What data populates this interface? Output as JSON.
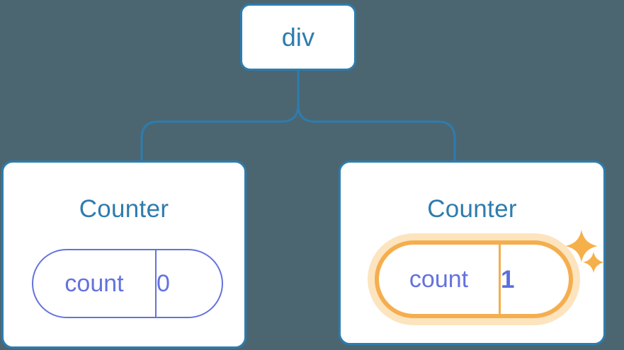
{
  "diagram": {
    "background_color": "#4b6670",
    "node_border_color": "#2d7cb0",
    "node_text_color": "#2e7cae",
    "state_color": "#6472dd",
    "highlight_color": "#f5ae4e",
    "highlight_glow_color": "#fcdfb4",
    "type": "component-tree"
  },
  "root": {
    "label": "div"
  },
  "children": [
    {
      "title": "Counter",
      "state": {
        "key": "count",
        "value": "0",
        "highlighted": false
      }
    },
    {
      "title": "Counter",
      "state": {
        "key": "count",
        "value": "1",
        "highlighted": true
      },
      "decorations": [
        "sparkle-large",
        "sparkle-small"
      ]
    }
  ]
}
